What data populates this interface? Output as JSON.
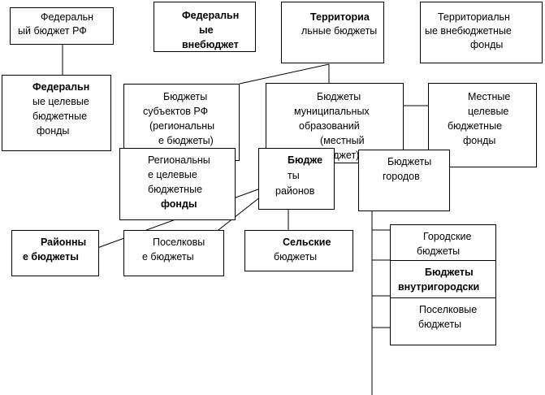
{
  "boxes": {
    "fed_budget": [
      "Федеральн",
      "ый бюджет РФ"
    ],
    "fed_offbudget": [
      "Федеральн",
      "ые",
      "внебюджет"
    ],
    "territorial": [
      "Территориа",
      "льные бюджеты"
    ],
    "terr_offbudget": [
      "Территориальн",
      "ые внебюджетные",
      "фонды"
    ],
    "fed_target": [
      "Федеральн",
      "ые целевые",
      "бюджетные",
      "фонды"
    ],
    "subjects": [
      "Бюджеты",
      "субъектов РФ",
      "(региональны",
      "е бюджеты)"
    ],
    "municipal": [
      "Бюджеты",
      "муниципальных",
      "образований",
      "(местный",
      "бюджет)"
    ],
    "local_target": [
      "Местные",
      "целевые",
      "бюджетные",
      "фонды"
    ],
    "regional_target": [
      "Региональны",
      "е целевые",
      "бюджетные",
      "фонды"
    ],
    "districts": [
      "Бюдже",
      "ты",
      "районов"
    ],
    "cities": [
      "Бюджеты",
      "городов"
    ],
    "rayon_budgets": [
      "Районны",
      "е бюджеты"
    ],
    "settlement_budgets": [
      "Поселковы",
      "е бюджеты"
    ],
    "rural": [
      "Сельские",
      "бюджеты"
    ],
    "city_budgets": [
      "Городские",
      "бюджеты"
    ],
    "intracity": [
      "Бюджеты",
      "внутригородски"
    ],
    "settlement2": [
      "Поселковые",
      "бюджеты"
    ]
  }
}
